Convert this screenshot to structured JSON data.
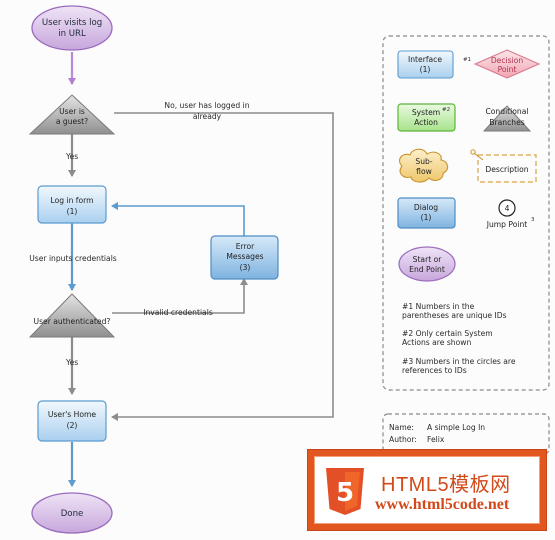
{
  "flow": {
    "start": "User visits log\nin URL",
    "guest_decision": "User is\na guest?",
    "logged_in_label": "No, user has logged in\nalready",
    "yes_1": "Yes",
    "login_form": "Log in form\n(1)",
    "inputs_credentials": "User inputs credentials",
    "error_messages": "Error\nMessages\n(3)",
    "auth_decision": "User authenticated?",
    "invalid_label": "Invalid credentials",
    "yes_2": "Yes",
    "users_home": "User's Home\n(2)",
    "done": "Done"
  },
  "legend": {
    "interface": "Interface\n(1)",
    "interface_mark": "#1",
    "decision_point": "Decision\nPoint",
    "system_action": "System\nAction",
    "system_action_mark": "#2",
    "conditional_branches": "Conditional\nBranches",
    "sub_flow": "Sub-\nflow",
    "description": "Description",
    "dialog": "Dialog\n(1)",
    "jump_point_number": "4",
    "jump_point": "Jump Point",
    "jump_point_mark": "3",
    "start_end": "Start or\nEnd Point",
    "note_1": "#1 Numbers in the\nparentheses are unique IDs",
    "note_2": "#2 Only certain System\nActions are shown",
    "note_3": "#3 Numbers in the circles are\nreferences to IDs"
  },
  "meta": {
    "name_label": "Name:",
    "name_value": "A simple Log In",
    "author_label": "Author:",
    "author_value": "Felix"
  },
  "watermark": {
    "logo_glyph": "5",
    "title": "HTML5模板网",
    "url": "www.html5code.net"
  }
}
